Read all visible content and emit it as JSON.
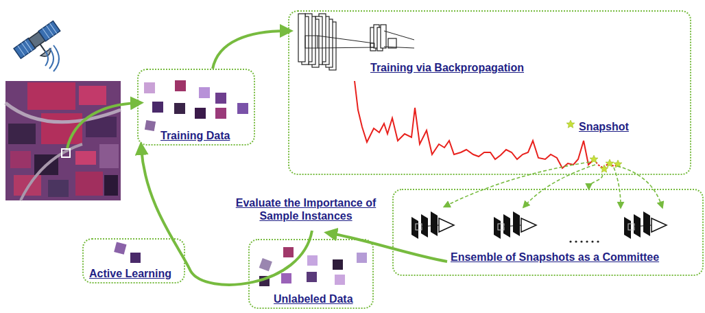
{
  "diagram": {
    "nodes": [
      {
        "text": [
          "Training Data"
        ]
      },
      {
        "text": [
          "Training via Backpropagation",
          "Snapshot"
        ]
      },
      {
        "text": [
          "Ensemble of Snapshots as a Committee"
        ]
      },
      {
        "text": [
          "Unlabeled Data"
        ]
      },
      {
        "text": [
          "Active Learning"
        ]
      }
    ],
    "edges": [
      {
        "from": 0,
        "to": 1,
        "arrow": "to"
      },
      {
        "from": 1,
        "to": 2,
        "arrow": "to"
      }
    ],
    "labels": [
      "Evaluate the Importance of Sample Instances"
    ]
  }
}
